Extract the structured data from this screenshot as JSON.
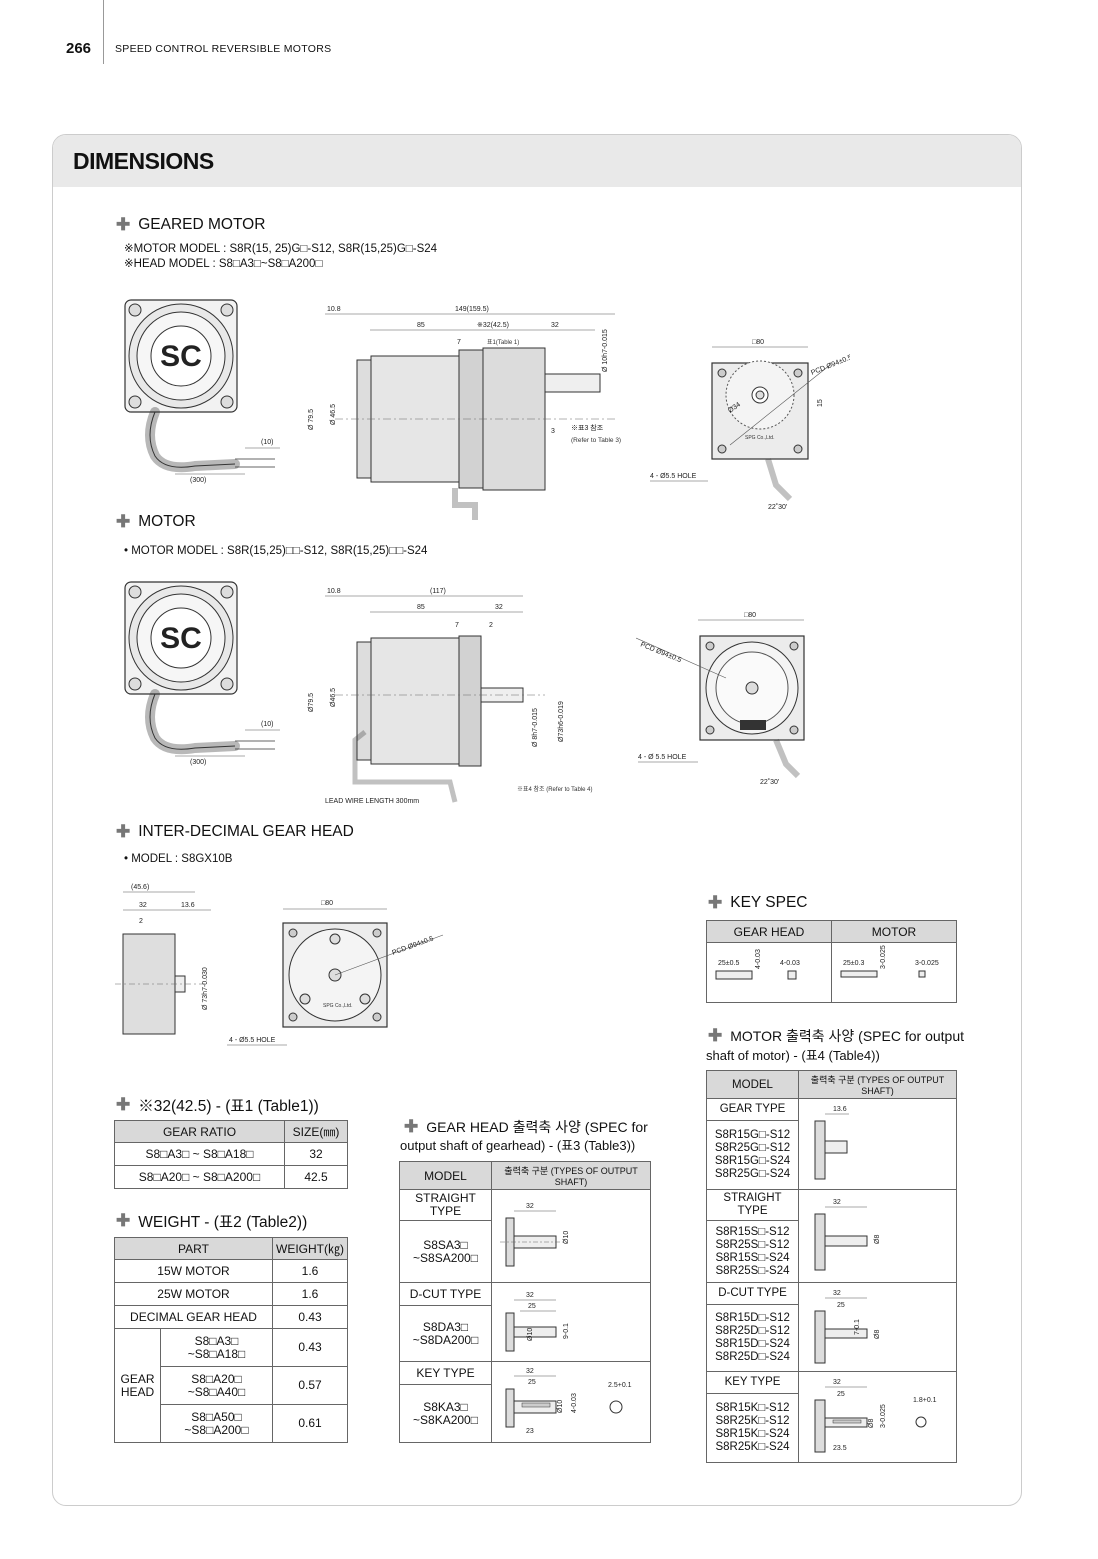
{
  "header": {
    "page_number": "266",
    "section": "SPEED CONTROL REVERSIBLE MOTORS"
  },
  "title": "DIMENSIONS",
  "geared_motor": {
    "heading": "GEARED MOTOR",
    "motor_model": "※MOTOR MODEL : S8R(15, 25)G□-S12, S8R(15,25)G□-S24",
    "head_model": "※HEAD MODEL : S8□A3□~S8□A200□",
    "dims": {
      "d1": "10.8",
      "d2": "149(159.5)",
      "d3": "85",
      "d4": "※32(42.5)",
      "d5": "32",
      "d6": "7",
      "d7": "3",
      "d8": "(10)",
      "d9": "(300)",
      "d10": "Ø 79.5",
      "d11": "Ø 46.5",
      "d12": "Ø 10h7-0.015",
      "d13": "□80",
      "d14": "PCD Ø94±0.5",
      "d15": "Ø34",
      "d16": "15",
      "d17": "4 - Ø5.5 HOLE",
      "d18": "22˚30'",
      "ref_table1": "표1(Table 1)",
      "ref_table3a": "※표3 참조",
      "ref_table3b": "(Refer to Table 3)",
      "brand": "SPG Co.,Ltd."
    }
  },
  "motor": {
    "heading": "MOTOR",
    "motor_model": "• MOTOR MODEL  :  S8R(15,25)□□-S12, S8R(15,25)□□-S24",
    "dims": {
      "d1": "10.8",
      "d2": "(117)",
      "d3": "85",
      "d4": "32",
      "d5": "7",
      "d6": "2",
      "d7": "(10)",
      "d8": "(300)",
      "d9": "Ø79.5",
      "d10": "Ø46.5",
      "d11": "Ø 8h7-0.015",
      "d12": "Ø73h6-0.019",
      "d13": "□80",
      "d14": "PCD Ø94±0.5",
      "d15": "4 - Ø 5.5 HOLE",
      "d16": "22˚30'",
      "lead": "LEAD WIRE LENGTH 300mm",
      "ref_table4": "※표4 참조 (Refer to Table 4)"
    }
  },
  "gear_head": {
    "heading": "INTER-DECIMAL GEAR HEAD",
    "model": "• MODEL  :  S8GX10B",
    "dims": {
      "d1": "(45.6)",
      "d2": "32",
      "d3": "13.6",
      "d4": "2",
      "d5": "Ø 73h7-0.030",
      "d6": "□80",
      "d7": "PCD Ø94±0.5",
      "d8": "4 - Ø5.5 HOLE",
      "brand": "SPG Co.,Ltd."
    }
  },
  "table1": {
    "heading": "※32(42.5) - (표1 (Table1))",
    "headers": [
      "GEAR RATIO",
      "SIZE(㎜)"
    ],
    "rows": [
      [
        "S8□A3□ ~ S8□A18□",
        "32"
      ],
      [
        "S8□A20□ ~ S8□A200□",
        "42.5"
      ]
    ]
  },
  "table2": {
    "heading": "WEIGHT - (표2 (Table2))",
    "headers": [
      "PART",
      "WEIGHT(㎏)"
    ],
    "rows": [
      {
        "part": "15W MOTOR",
        "weight": "1.6"
      },
      {
        "part": "25W MOTOR",
        "weight": "1.6"
      },
      {
        "part": "DECIMAL GEAR HEAD",
        "weight": "0.43"
      }
    ],
    "gear_head_label_1": "GEAR",
    "gear_head_label_2": "HEAD",
    "gear_rows": [
      {
        "l1": "S8□A3□",
        "l2": "~S8□A18□",
        "weight": "0.43"
      },
      {
        "l1": "S8□A20□",
        "l2": "~S8□A40□",
        "weight": "0.57"
      },
      {
        "l1": "S8□A50□",
        "l2": "~S8□A200□",
        "weight": "0.61"
      }
    ]
  },
  "table3": {
    "heading_1": "GEAR HEAD 출력축 사양 (SPEC for",
    "heading_2": "output shaft of gearhead) - (표3 (Table3))",
    "headers": [
      "MODEL",
      "출력축 구분 (TYPES OF OUTPUT SHAFT)"
    ],
    "sections": [
      {
        "type": "STRAIGHT TYPE",
        "m1": "S8SA3□",
        "m2": "~S8SA200□",
        "dims": [
          "32",
          "Ø10"
        ]
      },
      {
        "type": "D-CUT TYPE",
        "m1": "S8DA3□",
        "m2": "~S8DA200□",
        "dims": [
          "32",
          "25",
          "Ø10",
          "9-0.1"
        ]
      },
      {
        "type": "KEY TYPE",
        "m1": "S8KA3□",
        "m2": "~S8KA200□",
        "dims": [
          "32",
          "25",
          "Ø10",
          "4-0.03",
          "2.5+0.1",
          "23"
        ]
      }
    ]
  },
  "key_spec": {
    "heading": "KEY SPEC",
    "headers": [
      "GEAR HEAD",
      "MOTOR"
    ],
    "gear_head_dims": [
      "25±0.5",
      "4-0.03",
      "4-0.03"
    ],
    "motor_dims": [
      "25±0.3",
      "3-0.025",
      "3-0.025"
    ]
  },
  "table4": {
    "heading_1": "MOTOR 출력축 사양 (SPEC for output",
    "heading_2": "shaft of motor) - (표4 (Table4))",
    "headers": [
      "MODEL",
      "출력축 구분 (TYPES OF OUTPUT SHAFT)"
    ],
    "sections": [
      {
        "type": "GEAR TYPE",
        "models": [
          "S8R15G□-S12",
          "S8R25G□-S12",
          "S8R15G□-S24",
          "S8R25G□-S24"
        ],
        "dims": [
          "13.6"
        ]
      },
      {
        "type": "STRAIGHT TYPE",
        "models": [
          "S8R15S□-S12",
          "S8R25S□-S12",
          "S8R15S□-S24",
          "S8R25S□-S24"
        ],
        "dims": [
          "32",
          "Ø8"
        ]
      },
      {
        "type": "D-CUT TYPE",
        "models": [
          "S8R15D□-S12",
          "S8R25D□-S12",
          "S8R15D□-S24",
          "S8R25D□-S24"
        ],
        "dims": [
          "32",
          "25",
          "7-0.1",
          "Ø8"
        ]
      },
      {
        "type": "KEY TYPE",
        "models": [
          "S8R15K□-S12",
          "S8R25K□-S12",
          "S8R15K□-S24",
          "S8R25K□-S24"
        ],
        "dims": [
          "32",
          "25",
          "Ø8",
          "3-0.025",
          "1.8+0.1",
          "23.5"
        ]
      }
    ]
  }
}
